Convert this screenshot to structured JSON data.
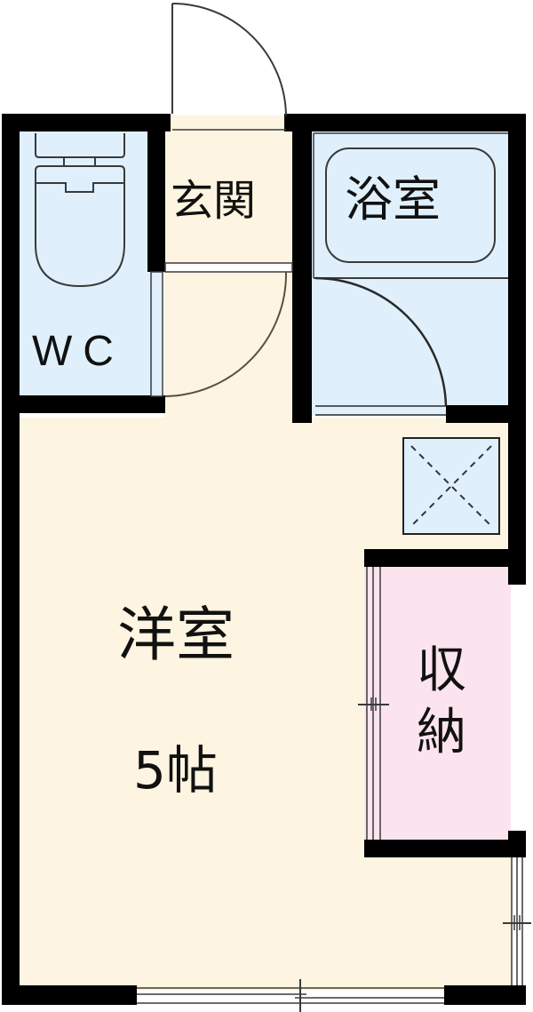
{
  "floor_plan": {
    "colors": {
      "wall": "#000000",
      "wet_area": "#dff0fc",
      "living_floor": "#fdf5e1",
      "storage": "#fce4ee",
      "line": "#3a3a3a"
    },
    "rooms": {
      "entrance": {
        "label": "玄関"
      },
      "toilet": {
        "label": "WC"
      },
      "bathroom": {
        "label": "浴室"
      },
      "western_room": {
        "label": "洋室",
        "size": "5帖"
      },
      "storage": {
        "label": "収納"
      }
    }
  }
}
